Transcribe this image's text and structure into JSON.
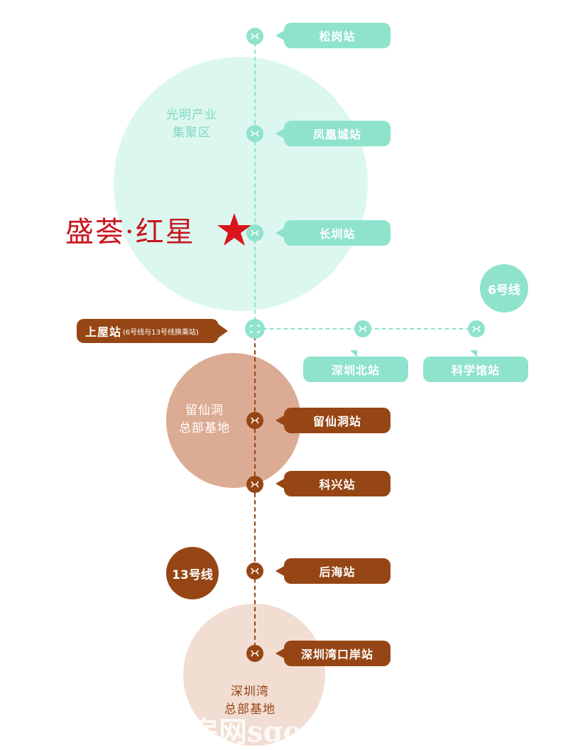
{
  "colors": {
    "teal": "#8fe3cd",
    "teal_circle": "#dcf7ef",
    "brown": "#964614",
    "brown_circle_1": "#dcab94",
    "brown_circle_2": "#f2ddd3",
    "red": "#d8161e"
  },
  "project": {
    "name": "盛荟·红星",
    "icon": "star-icon"
  },
  "districts": {
    "guangming": "光明产业\n集聚区",
    "liuxiandong": "留仙洞\n总部基地",
    "shenzhenwan": "深圳湾\n总部基地"
  },
  "line6": {
    "badge": "6号线",
    "stations": [
      "松岗站",
      "凤凰城站",
      "长圳站"
    ],
    "branch_stations": [
      "深圳北站",
      "科学馆站"
    ]
  },
  "transfer": {
    "name": "上屋站",
    "note": "(6号线与13号线换乘站)",
    "icon": "transfer-icon"
  },
  "line13": {
    "badge": "13号线",
    "stations": [
      "留仙洞站",
      "科兴站",
      "后海站",
      "深圳湾口岸站"
    ]
  },
  "watermark": "房网sgo"
}
